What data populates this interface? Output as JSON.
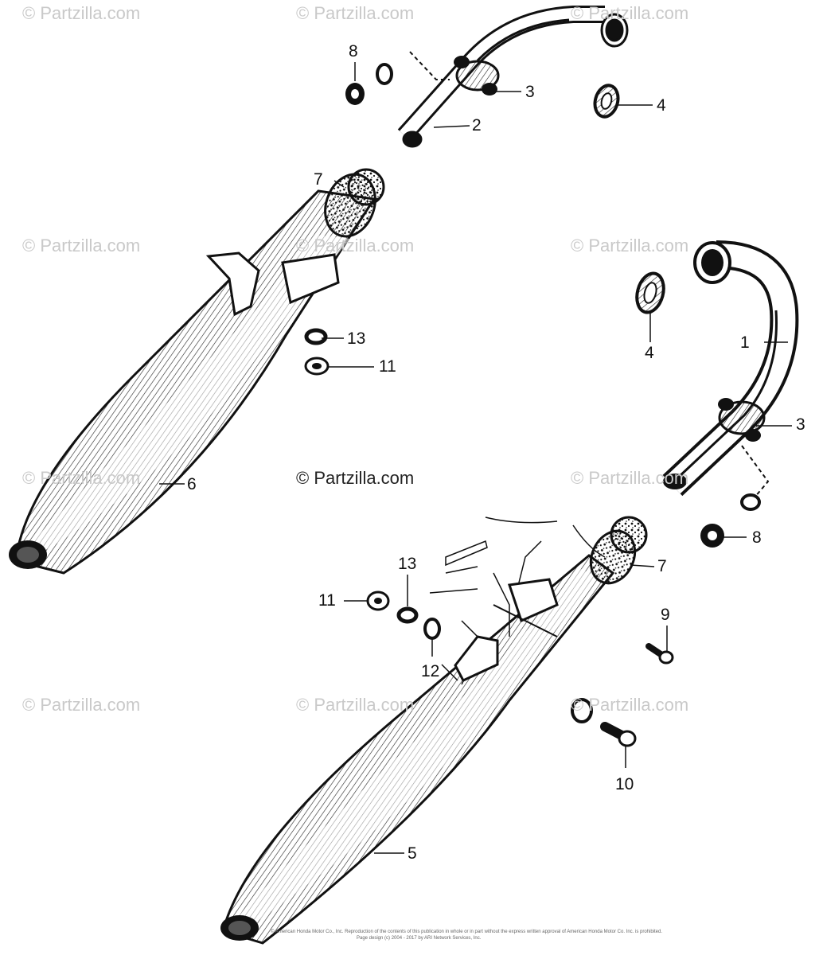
{
  "watermark": "© Partzilla.com",
  "center_watermark": "© Partzilla.com",
  "callouts": {
    "c1": "1",
    "c2": "2",
    "c3a": "3",
    "c3b": "3",
    "c4a": "4",
    "c4b": "4",
    "c5": "5",
    "c6": "6",
    "c7a": "7",
    "c7b": "7",
    "c8a": "8",
    "c8b": "8",
    "c9": "9",
    "c10": "10",
    "c11a": "11",
    "c11b": "11",
    "c12": "12",
    "c13a": "13",
    "c13b": "13"
  },
  "footer": {
    "line1": "© American Honda Motor Co., Inc. Reproduction of the contents of this publication in whole or in part without the express written approval of American Honda Motor Co. Inc. is prohibited.",
    "line2": "Page design (c) 2004 - 2017 by ARI Network Services, Inc."
  },
  "colors": {
    "line": "#111111",
    "watermark": "#c9c9c9"
  }
}
